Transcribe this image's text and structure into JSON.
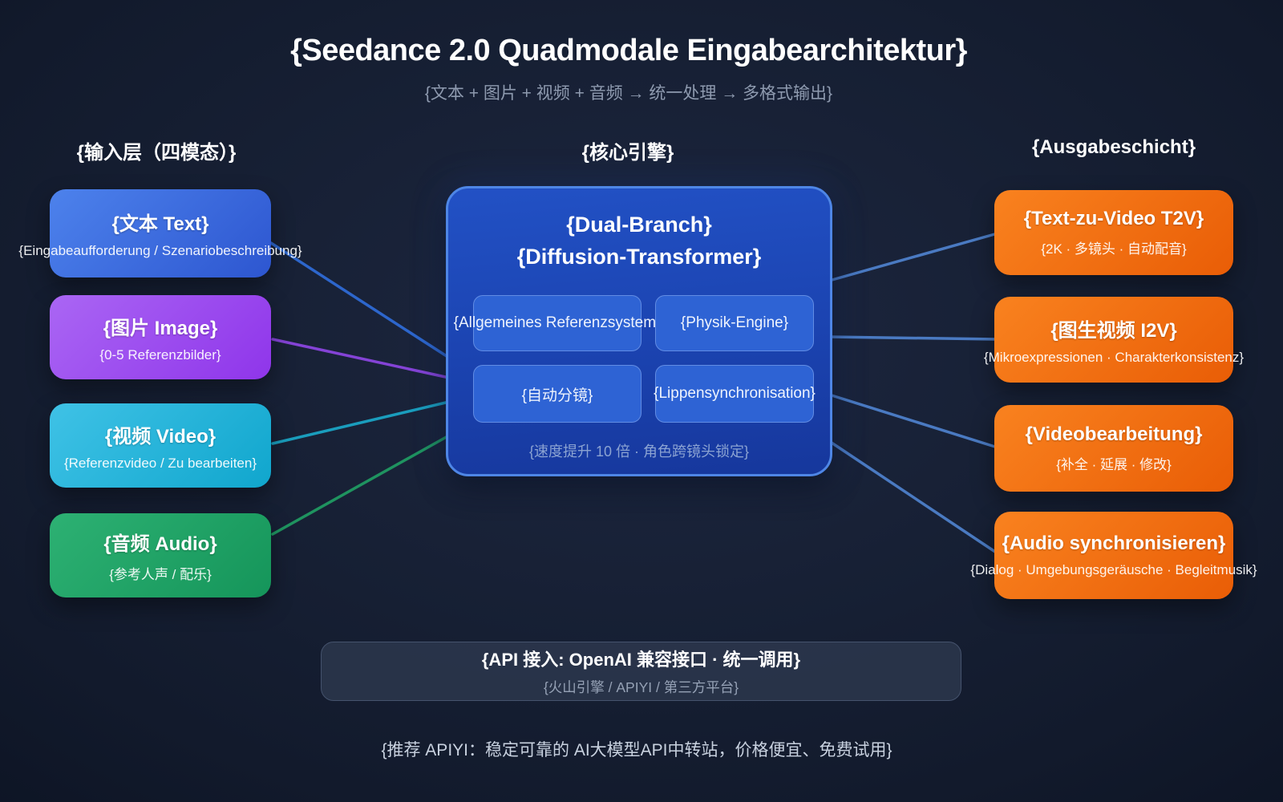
{
  "header": {
    "title": "{Seedance 2.0 Quadmodale Eingabearchitektur}",
    "subtitle": "{文本 + 图片 + 视频 + 音频 → 统一处理 → 多格式输出}"
  },
  "input_layer": {
    "header": "{输入层（四模态）}",
    "items": [
      {
        "title": "{文本 Text}",
        "subtitle": "{Eingabeaufforderung / Szenariobeschreibung}",
        "color": "#2d56d0"
      },
      {
        "title": "{图片 Image}",
        "subtitle": "{0-5 Referenzbilder}",
        "color": "#8f35ea"
      },
      {
        "title": "{视频 Video}",
        "subtitle": "{Referenzvideo / Zu bearbeiten}",
        "color": "#10a6cd"
      },
      {
        "title": "{音频 Audio}",
        "subtitle": "{参考人声 / 配乐}",
        "color": "#15955a"
      }
    ]
  },
  "engine": {
    "header": "{核心引擎}",
    "title_line1": "{Dual-Branch}",
    "title_line2": "{Diffusion-Transformer}",
    "modules": [
      "{Allgemeines Referenzsystem}",
      "{Physik-Engine}",
      "{自动分镜}",
      "{Lippensynchronisation}"
    ],
    "caption": "{速度提升 10 倍 · 角色跨镜头锁定}",
    "fill_color": "#1b43b0",
    "border_color": "#4e86e6"
  },
  "output_layer": {
    "header": "{Ausgabeschicht}",
    "items": [
      {
        "title": "{Text-zu-Video T2V}",
        "subtitle": "{2K · 多镜头 · 自动配音}",
        "color": "#e95d06"
      },
      {
        "title": "{图生视频 I2V}",
        "subtitle": "{Mikroexpressionen · Charakterkonsistenz}",
        "color": "#e95d06"
      },
      {
        "title": "{Videobearbeitung}",
        "subtitle": "{补全 · 延展 · 修改}",
        "color": "#e95d06"
      },
      {
        "title": "{Audio synchronisieren}",
        "subtitle": "{Dialog · Umgebungsgeräusche · Begleitmusik}",
        "color": "#e95d06"
      }
    ]
  },
  "api_bar": {
    "title": "{API 接入: OpenAI 兼容接口 · 统一调用}",
    "subtitle": "{火山引擎 / APIYI / 第三方平台}"
  },
  "footer": "{推荐 APIYI：稳定可靠的 AI大模型API中转站，价格便宜、免费试用}",
  "palette": {
    "background": "#141b2d",
    "wire_left": [
      "#2e6ad4",
      "#8a46de",
      "#1aa4c4",
      "#209a62"
    ],
    "wire_right": "#4d80c9",
    "muted_text": "#8e9aaf"
  }
}
